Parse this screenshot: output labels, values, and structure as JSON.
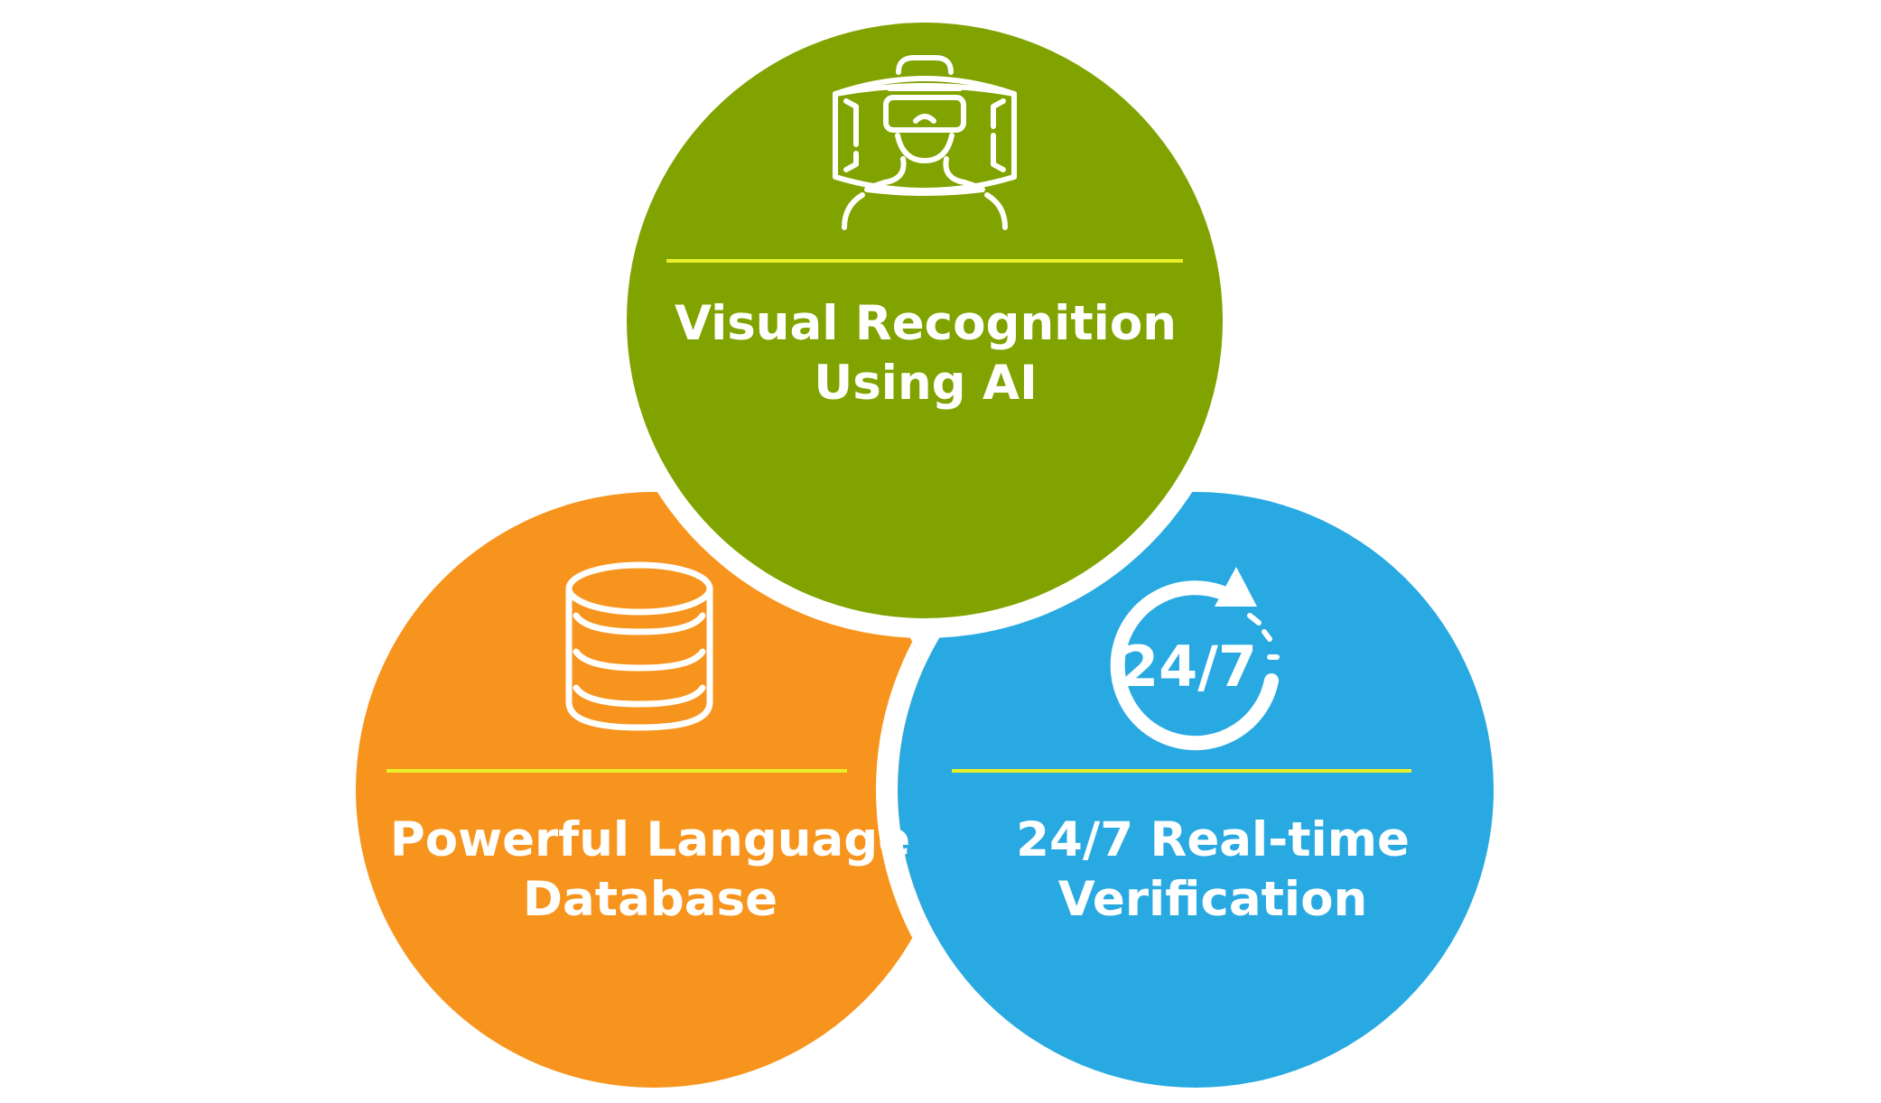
{
  "colors": {
    "background": "#ffffff",
    "green": "#80a300",
    "orange": "#f7941d",
    "blue": "#29a9e1",
    "divider": "#e8ef2a",
    "icon": "#ffffff"
  },
  "circles": [
    {
      "id": "green",
      "icon": "vr-headset-person-icon",
      "lines": [
        "Visual Recognition",
        "Using AI"
      ]
    },
    {
      "id": "orange",
      "icon": "database-icon",
      "lines": [
        "Powerful Language",
        "Database"
      ]
    },
    {
      "id": "blue",
      "icon": "clock-24-7-icon",
      "lines": [
        "24/7 Real-time",
        "Verification"
      ],
      "icon_text": "24/7"
    }
  ]
}
